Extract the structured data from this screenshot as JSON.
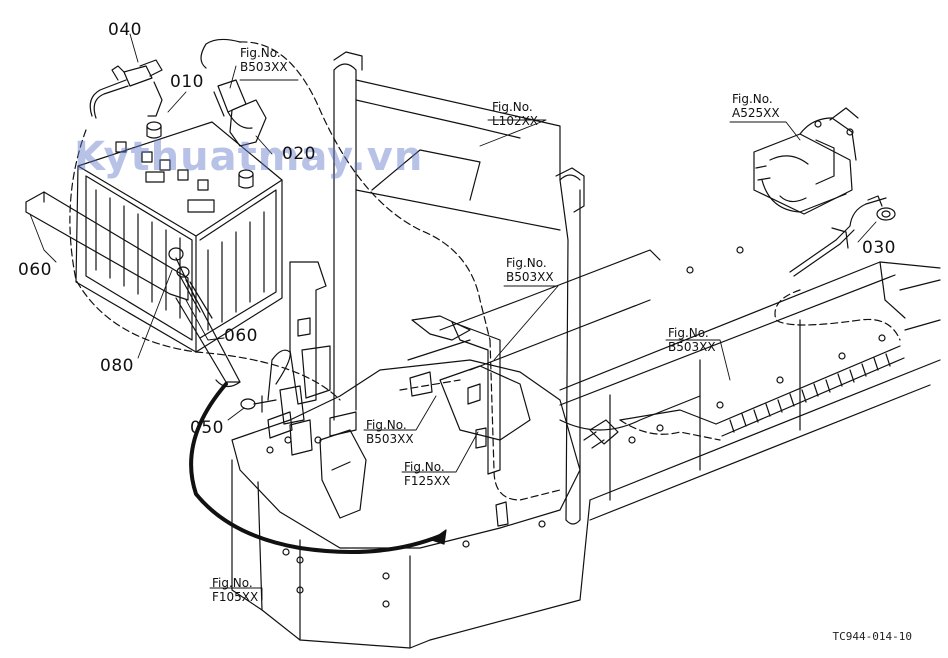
{
  "watermark": "Kythuatmay.vn",
  "drawing_code": "TC944-014-10",
  "colors": {
    "ink": "#111111",
    "watermark": "#6078c8"
  },
  "part_labels": {
    "p040": "040",
    "p010": "010",
    "p020": "020",
    "p060a": "060",
    "p060b": "060",
    "p080": "080",
    "p050": "050",
    "p030": "030"
  },
  "fig_refs": {
    "b503_top": {
      "line1": "Fig.No.",
      "line2": "B503XX"
    },
    "l102": {
      "line1": "Fig.No.",
      "line2": "L102XX"
    },
    "a525": {
      "line1": "Fig.No.",
      "line2": "A525XX"
    },
    "b503_mid": {
      "line1": "Fig.No.",
      "line2": "B503XX"
    },
    "b503_right": {
      "line1": "Fig.No.",
      "line2": "B503XX"
    },
    "b503_low": {
      "line1": "Fig.No.",
      "line2": "B503XX"
    },
    "f125": {
      "line1": "Fig.No.",
      "line2": "F125XX"
    },
    "f105": {
      "line1": "Fig.No.",
      "line2": "F105XX"
    }
  }
}
